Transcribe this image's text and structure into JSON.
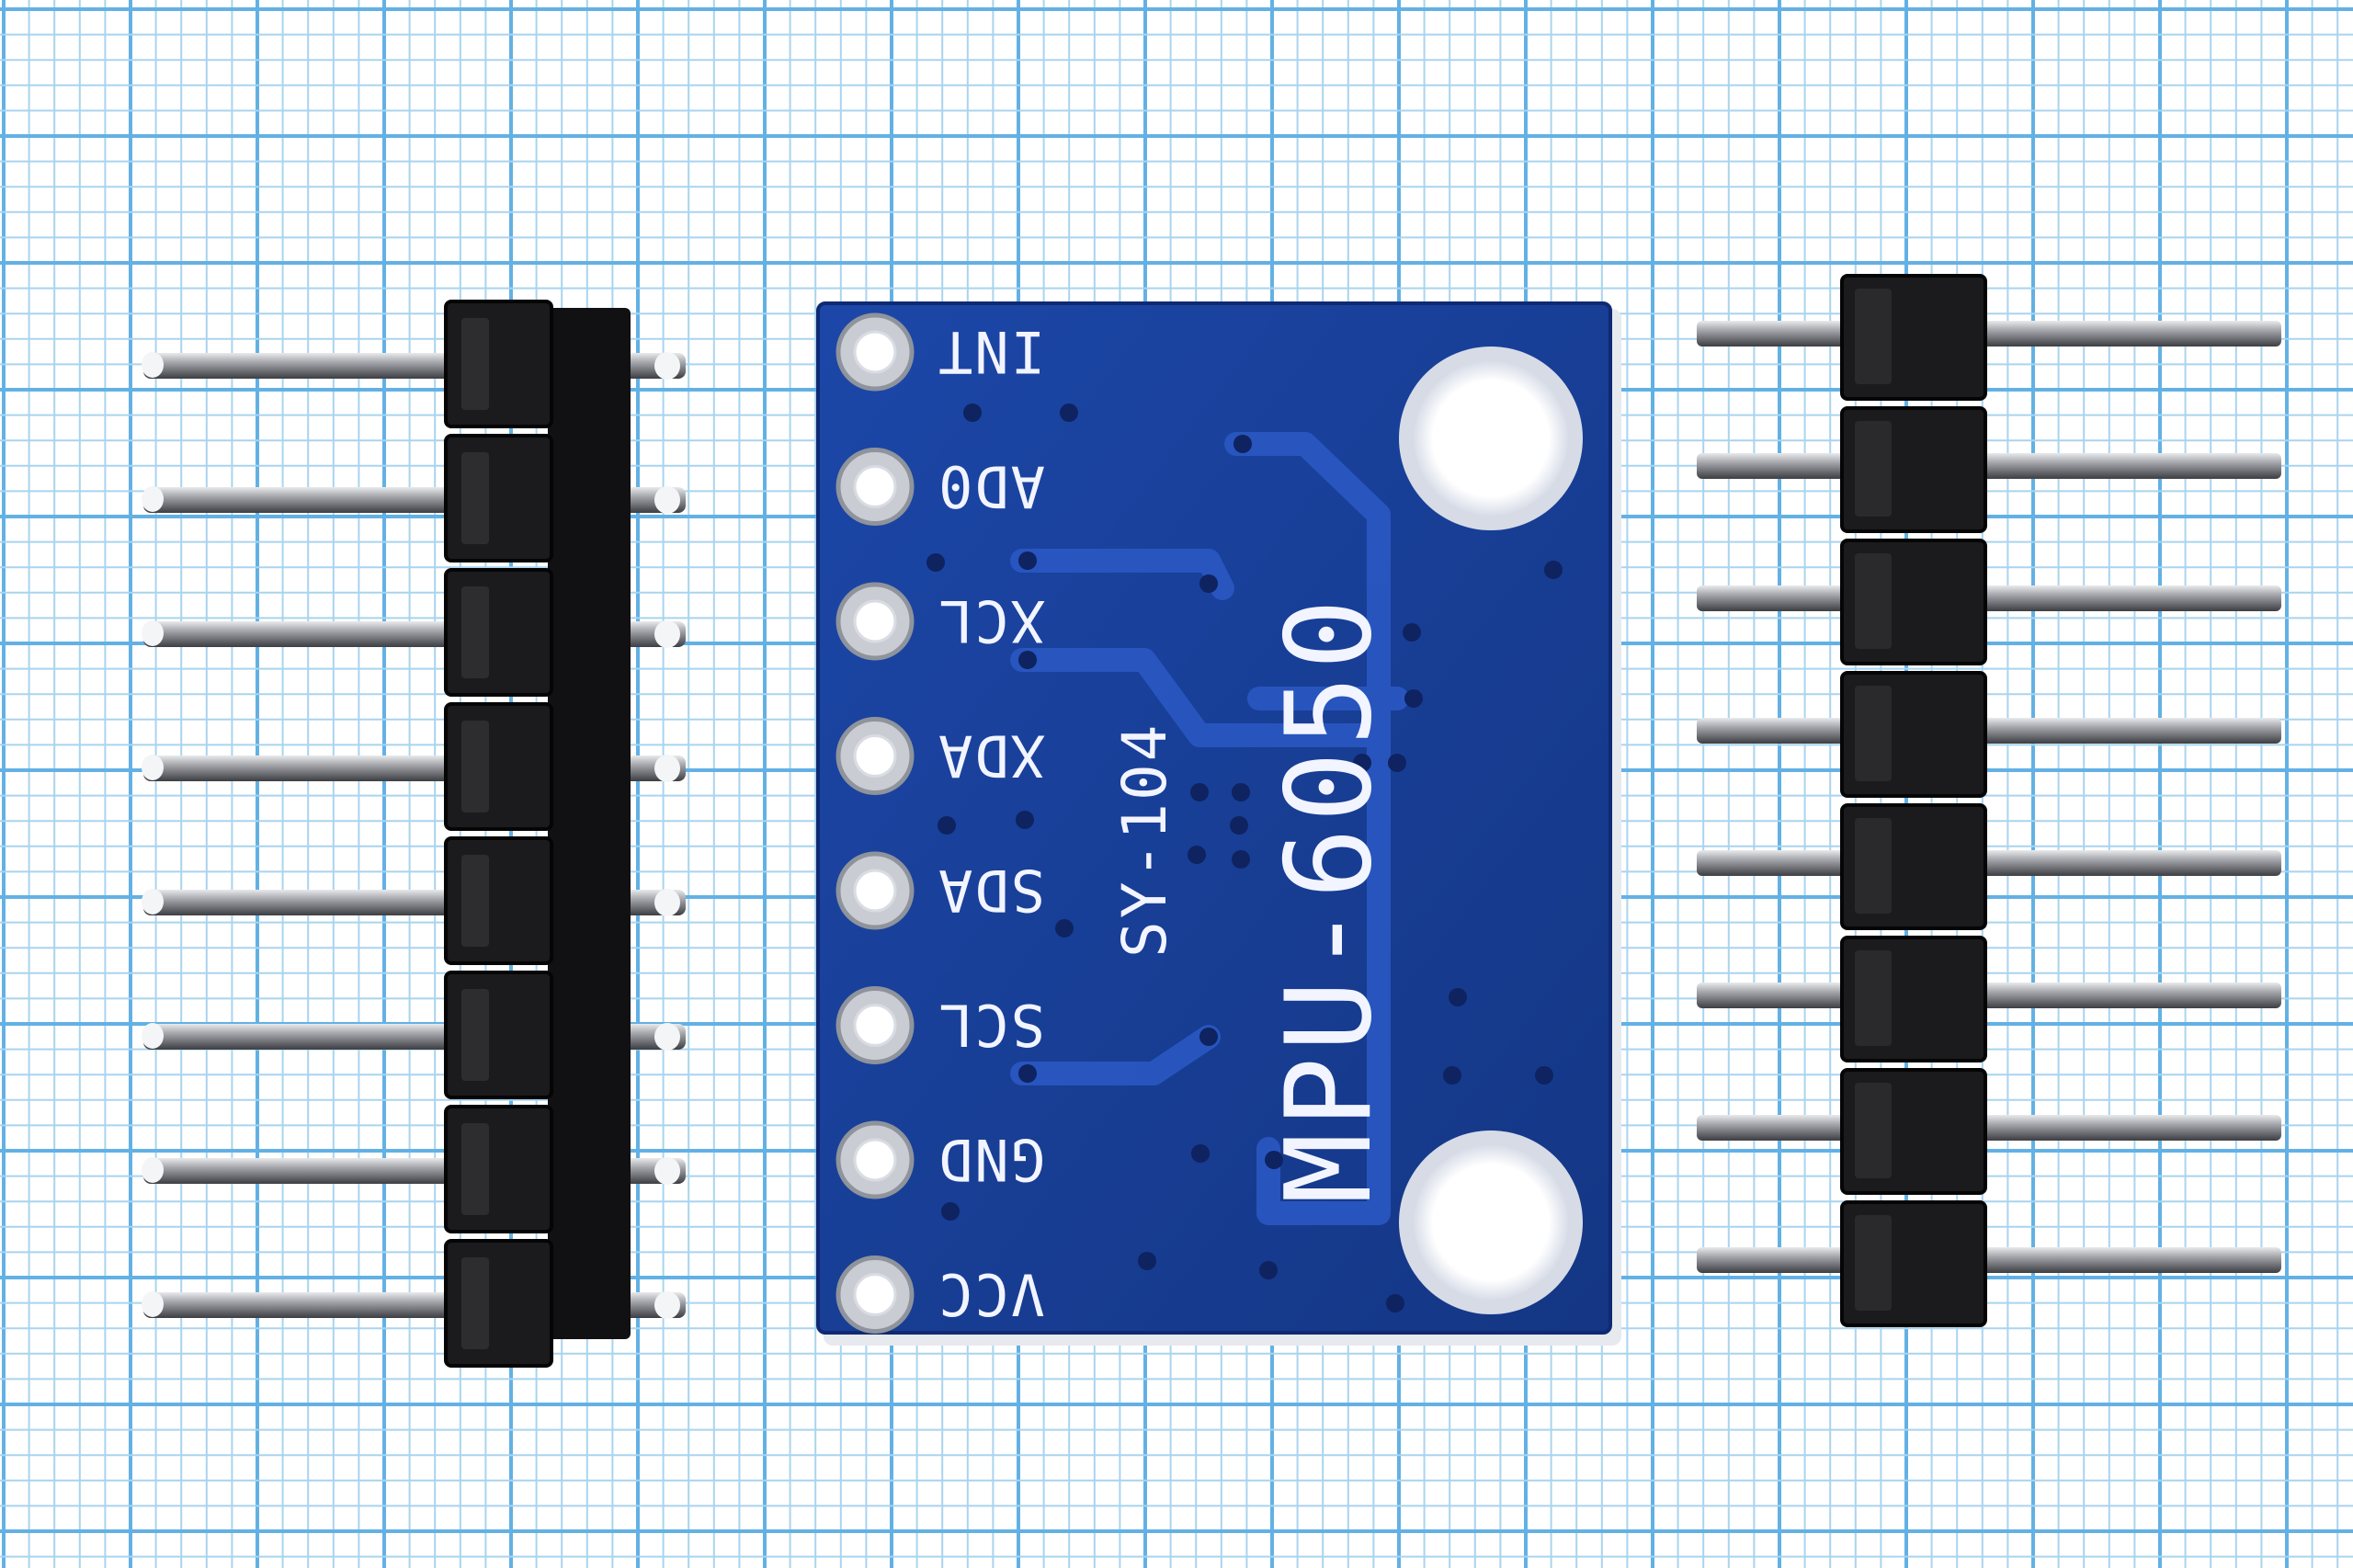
{
  "board": {
    "model": "MPU-6050",
    "code": "SY-104",
    "pins": [
      "INT",
      "AD0",
      "XCL",
      "XDA",
      "SDA",
      "SCL",
      "GND",
      "VCC"
    ]
  },
  "colors": {
    "paper": "#ffffff",
    "grid_minor": "#a9d4ef",
    "grid_major": "#63b1e4",
    "pcb": "#1a3f9a",
    "pcb_edge": "#0f2a73",
    "trace": "#244fb5",
    "silkscreen": "#f2f4ff",
    "header_plastic": "#1b1b1d",
    "pin_metal": "#8d8f94"
  }
}
